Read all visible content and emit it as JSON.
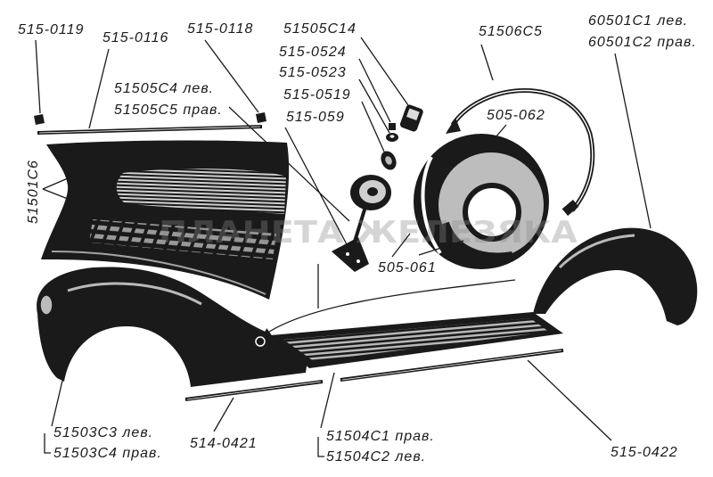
{
  "labels": {
    "p515_0119": "515-0119",
    "p515_0116": "515-0116",
    "p515_0118": "515-0118",
    "p51505c14": "51505C14",
    "p515_0524": "515-0524",
    "p515_0523": "515-0523",
    "p515_0519": "515-0519",
    "p515_059": "515-059",
    "p51505c4": "51505C4 лев.",
    "p51505c5": "51505C5 прав.",
    "p51506c5": "51506C5",
    "p60501c1": "60501C1 лев.",
    "p60501c2": "60501C2 прав.",
    "p505_062": "505-062",
    "p51501c6": "51501C6",
    "p505_061": "505-061",
    "p51503c3": "51503C3 лев.",
    "p51503c4": "51503C4 прав.",
    "p514_0421": "514-0421",
    "p51504c1": "51504C1 прав.",
    "p51504c2": "51504C2 лев.",
    "p515_0422": "515-0422"
  },
  "watermark": "ПЛАНЕТА ЖЕЛЕЗЯКА",
  "colors": {
    "ink": "#1a1a1a",
    "paper": "#ffffff",
    "shade": "#bdbdbd"
  }
}
